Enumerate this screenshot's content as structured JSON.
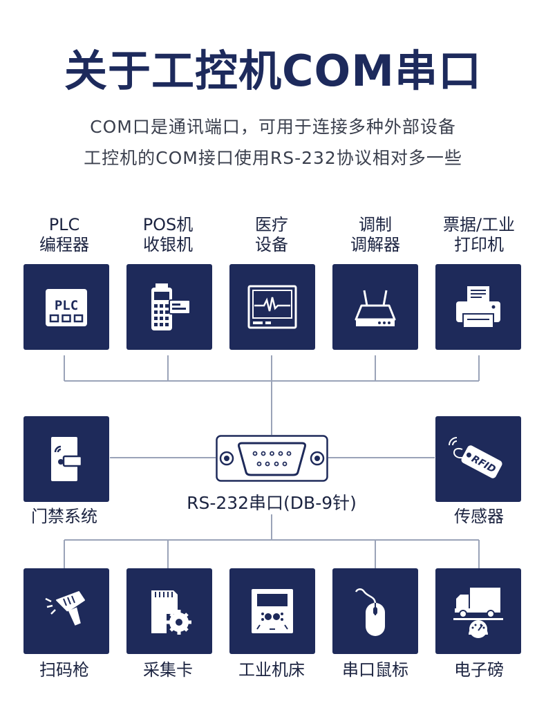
{
  "title": "关于工控机COM串口",
  "subtitle": [
    "COM口是通讯端口，可用于连接多种外部设备",
    "工控机的COM接口使用RS-232协议相对多一些"
  ],
  "connector": {
    "label": "RS-232串口(DB-9针)"
  },
  "top_devices": [
    {
      "line1": "PLC",
      "line2": "编程器",
      "icon": "plc-icon",
      "icon_text": "PLC"
    },
    {
      "line1": "POS机",
      "line2": "收银机",
      "icon": "pos-terminal-icon"
    },
    {
      "line1": "医疗",
      "line2": "设备",
      "icon": "medical-monitor-icon"
    },
    {
      "line1": "调制",
      "line2": "调解器",
      "icon": "router-modem-icon"
    },
    {
      "line1": "票据/工业",
      "line2": "打印机",
      "icon": "printer-icon"
    }
  ],
  "middle_devices": [
    {
      "label": "门禁系统",
      "icon": "access-control-icon"
    },
    {
      "label": "传感器",
      "icon": "rfid-tag-icon",
      "icon_text": "RFID"
    }
  ],
  "bottom_devices": [
    {
      "label": "扫码枪",
      "icon": "barcode-scanner-icon"
    },
    {
      "label": "采集卡",
      "icon": "memory-card-icon"
    },
    {
      "label": "工业机床",
      "icon": "machine-panel-icon"
    },
    {
      "label": "串口鼠标",
      "icon": "mouse-icon"
    },
    {
      "label": "电子磅",
      "icon": "truck-scale-icon"
    }
  ],
  "colors": {
    "box": "#1e2a5a",
    "title": "#1d2a5c",
    "line": "#9aa3b8",
    "icon": "#ffffff"
  }
}
